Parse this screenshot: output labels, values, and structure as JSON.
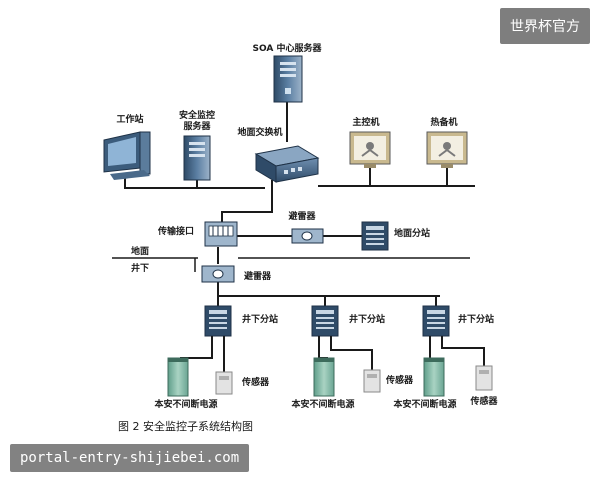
{
  "watermark_top": "世界杯官方",
  "watermark_bottom": "portal-entry-shijiebei.com",
  "caption": "图 2 安全监控子系统结构图",
  "labels": {
    "soa_server": "SOA 中心服务器",
    "workstation": "工作站",
    "monitor_server": "安全监控\n服务器",
    "ground_switch": "地面交换机",
    "master": "主控机",
    "hot_standby": "热备机",
    "transfer_port": "传输接口",
    "arrester_top": "避雷器",
    "ground_substation": "地面分站",
    "ground": "地面",
    "underground": "井下",
    "arrester_bottom": "避雷器",
    "underground_substation": "井下分站",
    "ups": "本安不间断电源",
    "sensor": "传感器"
  },
  "colors": {
    "device_dark": "#3b5a7a",
    "device_mid": "#6f8fb0",
    "device_light": "#c8d6e4",
    "ups_green": "#9fc8b8",
    "sensor_gray": "#d9d9d9"
  }
}
